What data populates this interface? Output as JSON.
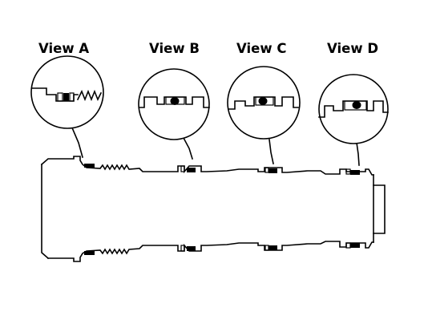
{
  "diagram": {
    "views": [
      {
        "id": "a",
        "label": "View A"
      },
      {
        "id": "b",
        "label": "View B"
      },
      {
        "id": "c",
        "label": "View C"
      },
      {
        "id": "d",
        "label": "View D"
      }
    ],
    "colors": {
      "line": "#000000",
      "background": "#ffffff"
    }
  }
}
